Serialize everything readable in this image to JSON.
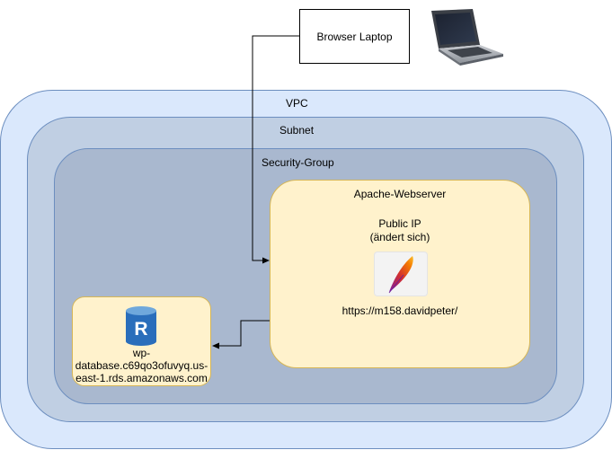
{
  "vpc": {
    "label": "VPC"
  },
  "subnet": {
    "label": "Subnet"
  },
  "security_group": {
    "label": "Security-Group"
  },
  "webserver": {
    "title": "Apache-Webserver",
    "public_ip_line1": "Public IP",
    "public_ip_line2": "(ändert sich)",
    "url": "https://m158.davidpeter/",
    "icon": "apache-feather-icon"
  },
  "database": {
    "line1": "wp-",
    "line2": "database.c69qo3ofuvyq.us-",
    "line3": "east-1.rds.amazonaws.com",
    "icon": "rds-database-icon",
    "icon_letter": "R"
  },
  "browser": {
    "label": "Browser Laptop",
    "icon": "laptop-icon"
  },
  "colors": {
    "vpc_fill": "#dae8fc",
    "subnet_fill": "#c0cfe3",
    "sg_fill": "#a9b8cf",
    "container_stroke": "#6c8ebf",
    "server_fill": "#fff2cc",
    "server_stroke": "#d6b656",
    "rds_blue": "#2a6ebb"
  }
}
